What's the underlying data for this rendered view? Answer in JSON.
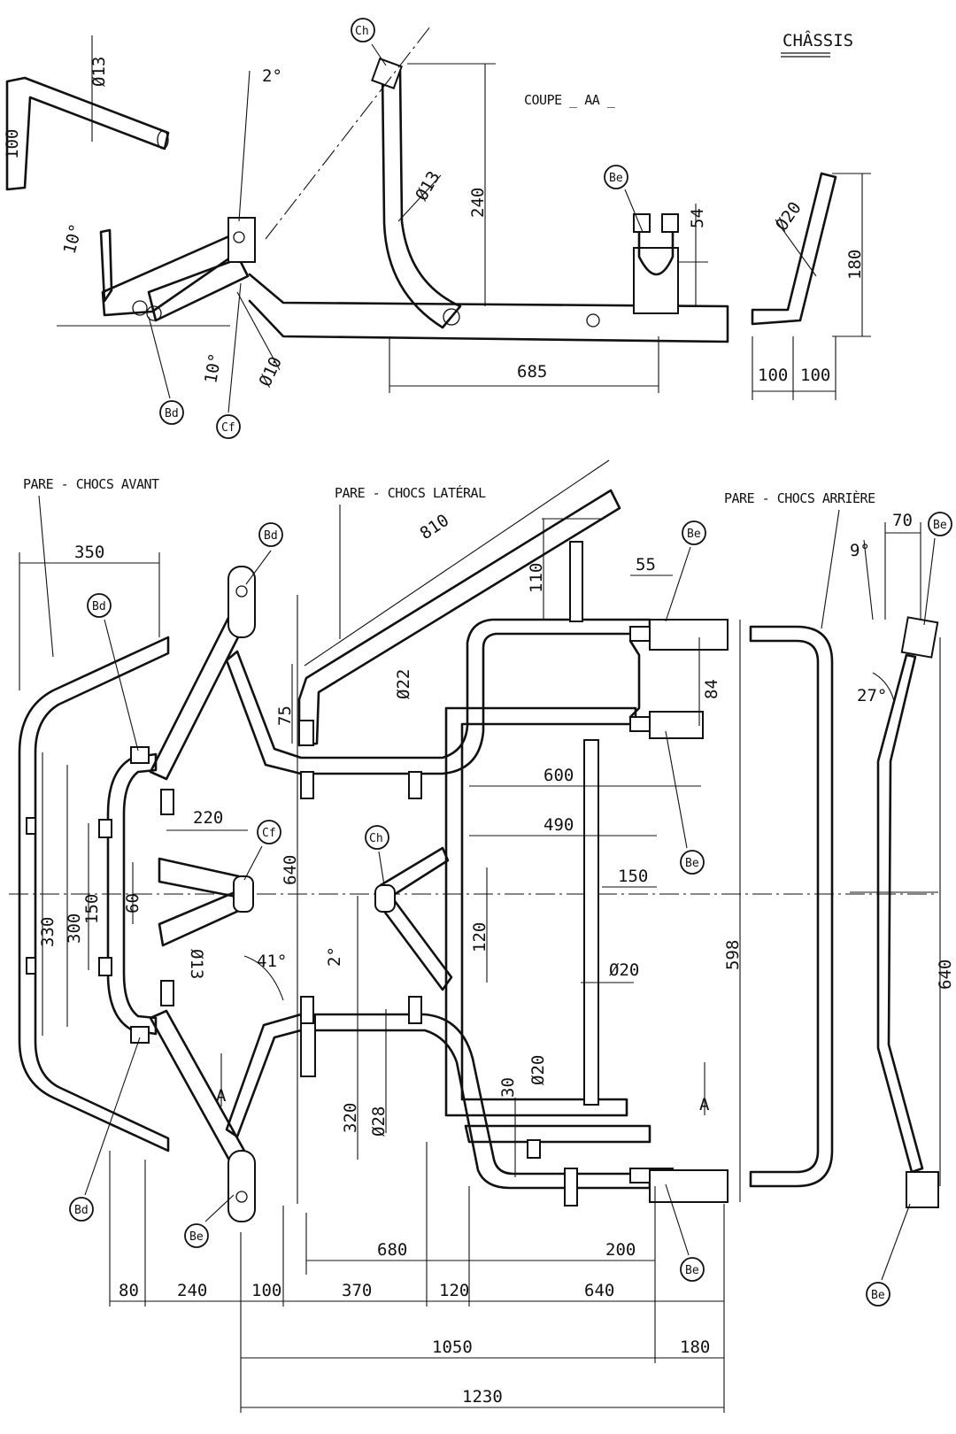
{
  "title": "CHÂSSIS",
  "section_label": "COUPE _ AA _",
  "bumper_labels": {
    "front": "PARE - CHOCS AVANT",
    "side": "PARE - CHOCS LATÉRAL",
    "rear": "PARE - CHOCS ARRIÈRE"
  },
  "callouts": {
    "bd": "Bd",
    "be": "Be",
    "ch": "Ch",
    "cf": "Cf"
  },
  "section_dims": {
    "d13_top": "Ø13",
    "h100": "100",
    "angle_2": "2°",
    "angle_10a": "10°",
    "angle_10b": "10°",
    "d10": "Ø10",
    "d13_strut": "Ø13",
    "h240": "240",
    "len685": "685",
    "h54": "54",
    "d20": "Ø20",
    "h180": "180",
    "w100a": "100",
    "w100b": "100"
  },
  "plan_dims": {
    "w350": "350",
    "l810": "810",
    "h110": "110",
    "w55": "55",
    "d22": "Ø22",
    "h75": "75",
    "h84": "84",
    "w600": "600",
    "w490": "490",
    "w220": "220",
    "h640": "640",
    "w150": "150",
    "w330": "330",
    "w300": "300",
    "w150b": "150",
    "w60": "60",
    "d13": "Ø13",
    "angle_41": "41°",
    "angle_2": "2°",
    "h120": "120",
    "d20": "Ø20",
    "h598": "598",
    "h320": "320",
    "d28": "Ø28",
    "h30": "30",
    "d20b": "Ø20",
    "mark_a1": "A",
    "mark_a2": "A",
    "l680": "680",
    "l200": "200",
    "l80": "80",
    "l240": "240",
    "l100": "100",
    "l370": "370",
    "l120": "120",
    "l640": "640",
    "l1050": "1050",
    "l180": "180",
    "l1230": "1230"
  },
  "rear_view_dims": {
    "w70": "70",
    "angle_9": "9°",
    "angle_27": "27°",
    "h640": "640"
  }
}
